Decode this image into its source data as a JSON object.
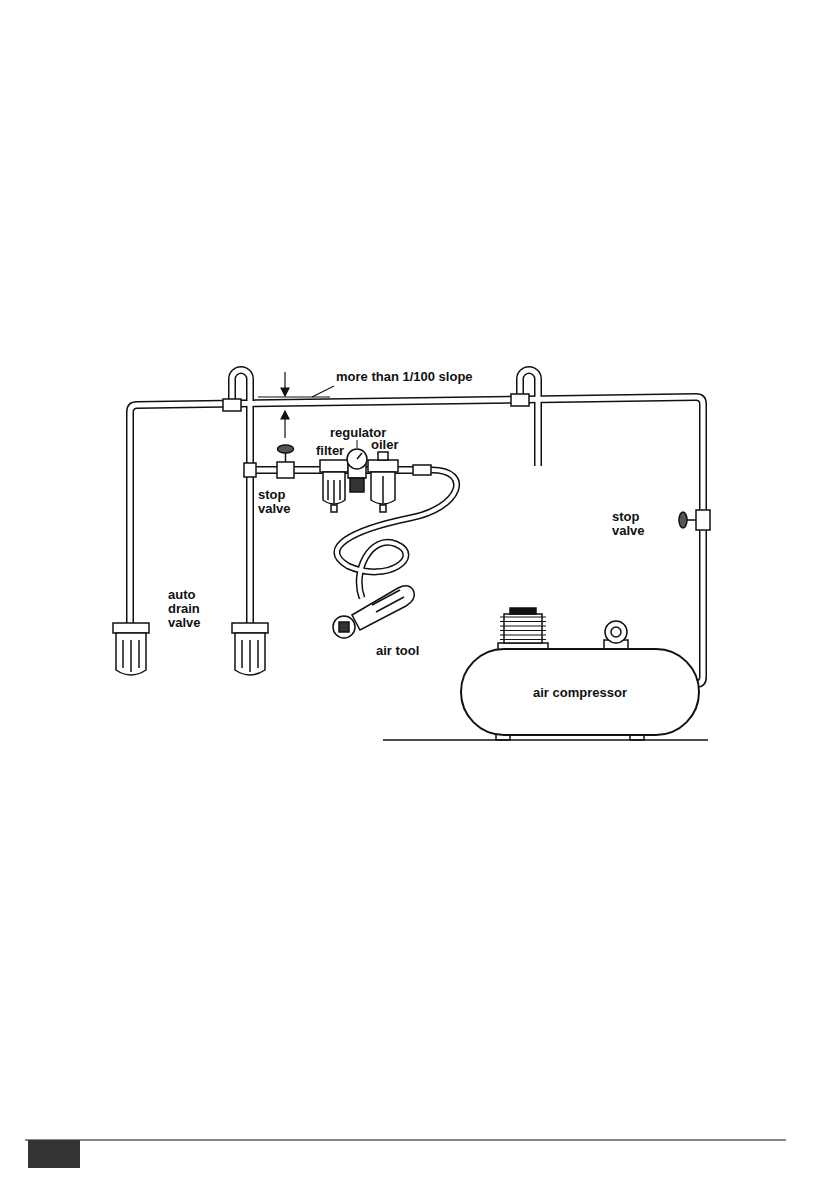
{
  "diagram": {
    "nodes": [
      {
        "text": [
          "air compressor"
        ]
      }
    ],
    "labels": [
      "more than 1/100 slope",
      "regulator",
      "filter",
      "oiler",
      "stop valve",
      "stop valve",
      "auto drain valve",
      "air tool"
    ]
  }
}
